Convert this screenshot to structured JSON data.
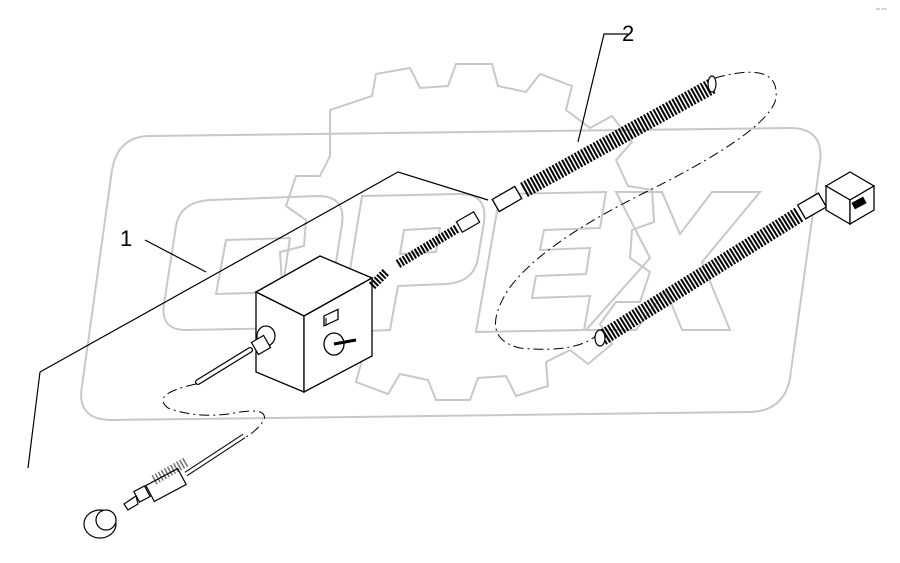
{
  "callouts": {
    "part_1": "1",
    "part_2": "2"
  },
  "corner_mark": "ᵃᵇ ᵒᵒᵒ",
  "watermark": {
    "logo_text": "OPEX",
    "icon": "gear-icon"
  },
  "colors": {
    "line": "#000000",
    "watermark": "#c8c8c8",
    "background": "#ffffff"
  }
}
